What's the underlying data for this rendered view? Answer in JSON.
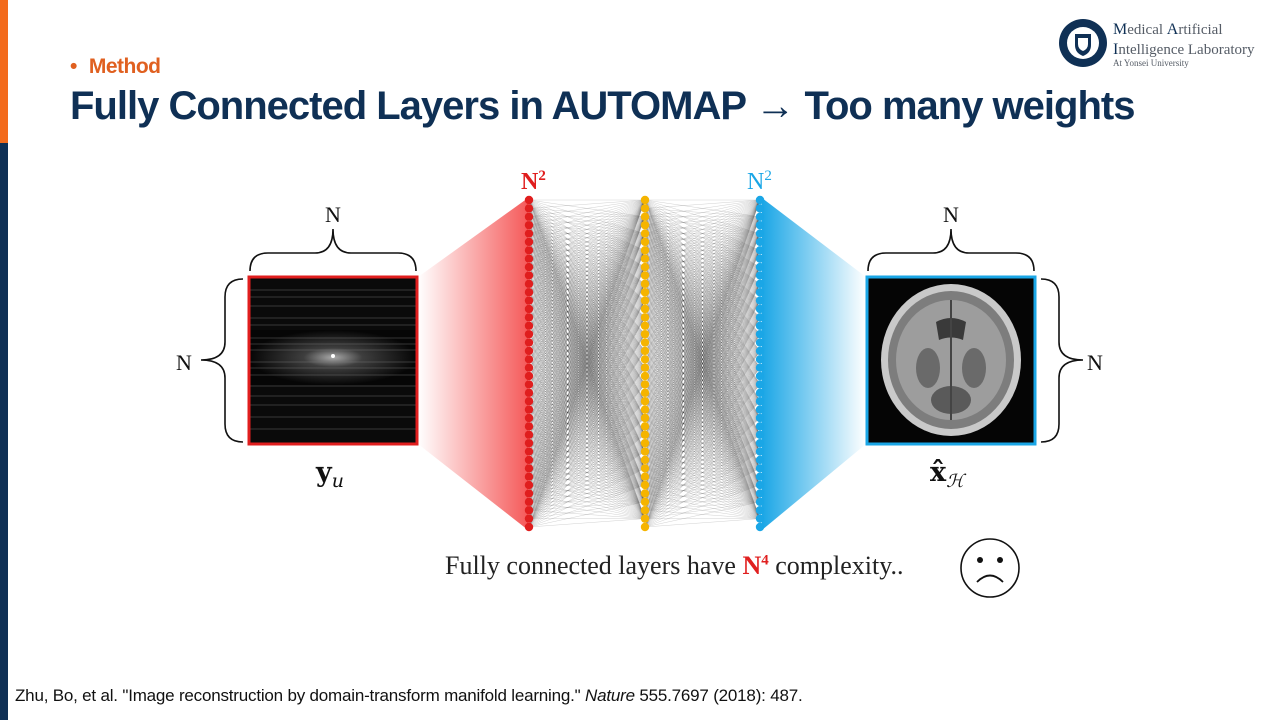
{
  "header": {
    "section": "Method",
    "title": "Fully Connected Layers in AUTOMAP → Too many weights"
  },
  "logo": {
    "line1_cap1": "M",
    "line1_rest1": "edical ",
    "line1_cap2": "A",
    "line1_rest2": "rtificial",
    "line2_cap": "I",
    "line2_rest": "ntelligence Laboratory",
    "subtitle": "At Yonsei University"
  },
  "diagram": {
    "input_width_label": "N",
    "input_height_label": "N",
    "input_symbol_main": "y",
    "input_symbol_sub": "u",
    "output_width_label": "N",
    "output_height_label": "N",
    "output_symbol_main": "x̂",
    "output_symbol_sub": "ℋ",
    "layer_in_label": "N",
    "layer_in_exp": "2",
    "layer_out_label": "N",
    "layer_out_exp": "2",
    "nodes_per_layer": 40,
    "colors": {
      "input": "#e01e1e",
      "hidden": "#f5b400",
      "output": "#1aa6e6",
      "edges": "#333333"
    }
  },
  "complexity": {
    "prefix": "Fully connected layers have ",
    "highlight": "N",
    "highlight_exp": "4",
    "suffix": " complexity..",
    "face_icon": "sad-face-icon"
  },
  "citation": {
    "authors_title": "Zhu, Bo, et al. \"Image reconstruction by domain-transform manifold learning.\" ",
    "journal": "Nature",
    "details": " 555.7697 (2018): 487."
  },
  "theme": {
    "navy": "#0f3055",
    "orange": "#f36b1c"
  }
}
